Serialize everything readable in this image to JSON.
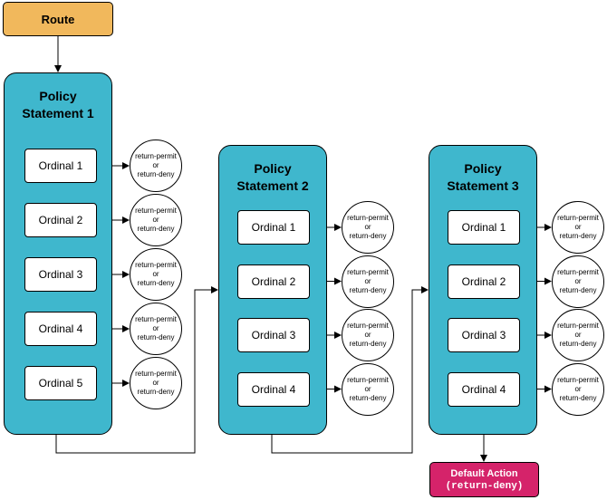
{
  "route": {
    "label": "Route"
  },
  "statements": [
    {
      "title_line1": "Policy",
      "title_line2": "Statement 1",
      "ordinals": [
        {
          "label": "Ordinal 1",
          "result_line1": "return-permit",
          "result_line2": "or",
          "result_line3": "return-deny"
        },
        {
          "label": "Ordinal 2",
          "result_line1": "return-permit",
          "result_line2": "or",
          "result_line3": "return-deny"
        },
        {
          "label": "Ordinal 3",
          "result_line1": "return-permit",
          "result_line2": "or",
          "result_line3": "return-deny"
        },
        {
          "label": "Ordinal 4",
          "result_line1": "return-permit",
          "result_line2": "or",
          "result_line3": "return-deny"
        },
        {
          "label": "Ordinal 5",
          "result_line1": "return-permit",
          "result_line2": "or",
          "result_line3": "return-deny"
        }
      ]
    },
    {
      "title_line1": "Policy",
      "title_line2": "Statement 2",
      "ordinals": [
        {
          "label": "Ordinal 1",
          "result_line1": "return-permit",
          "result_line2": "or",
          "result_line3": "return-deny"
        },
        {
          "label": "Ordinal 2",
          "result_line1": "return-permit",
          "result_line2": "or",
          "result_line3": "return-deny"
        },
        {
          "label": "Ordinal 3",
          "result_line1": "return-permit",
          "result_line2": "or",
          "result_line3": "return-deny"
        },
        {
          "label": "Ordinal 4",
          "result_line1": "return-permit",
          "result_line2": "or",
          "result_line3": "return-deny"
        }
      ]
    },
    {
      "title_line1": "Policy",
      "title_line2": "Statement 3",
      "ordinals": [
        {
          "label": "Ordinal 1",
          "result_line1": "return-permit",
          "result_line2": "or",
          "result_line3": "return-deny"
        },
        {
          "label": "Ordinal 2",
          "result_line1": "return-permit",
          "result_line2": "or",
          "result_line3": "return-deny"
        },
        {
          "label": "Ordinal 3",
          "result_line1": "return-permit",
          "result_line2": "or",
          "result_line3": "return-deny"
        },
        {
          "label": "Ordinal 4",
          "result_line1": "return-permit",
          "result_line2": "or",
          "result_line3": "return-deny"
        }
      ]
    }
  ],
  "default_action": {
    "label": "Default Action",
    "value": "(return-deny)"
  },
  "colors": {
    "route": "#f1b85c",
    "statement": "#3fb7cd",
    "default_action": "#d5236a"
  }
}
